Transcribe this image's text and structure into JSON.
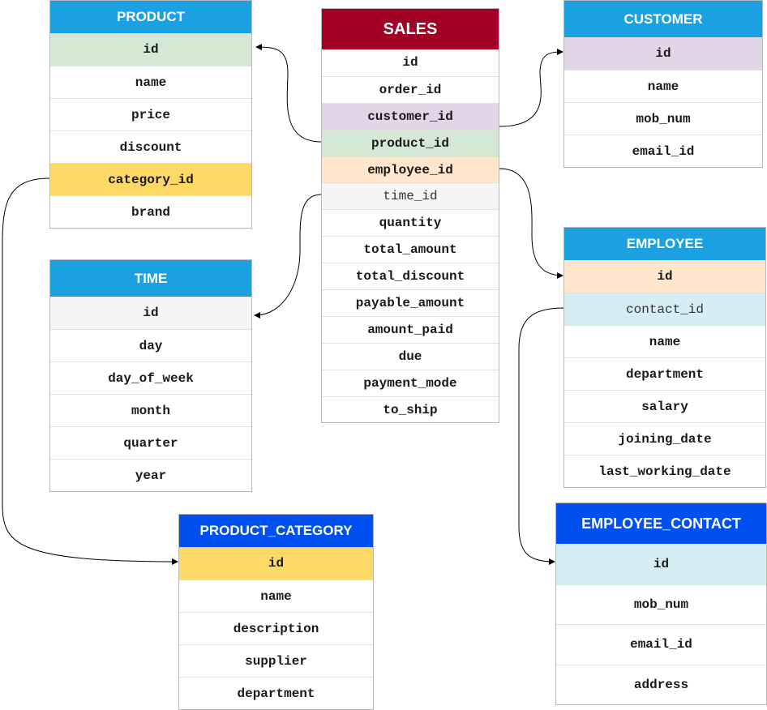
{
  "tables": {
    "product": {
      "title": "PRODUCT",
      "header_color": "#1ba1e2",
      "rows": [
        {
          "label": "id",
          "color": "#d5e8d4"
        },
        {
          "label": "name",
          "color": "#ffffff"
        },
        {
          "label": "price",
          "color": "#ffffff"
        },
        {
          "label": "discount",
          "color": "#ffffff"
        },
        {
          "label": "category_id",
          "color": "#ffd966"
        },
        {
          "label": "brand",
          "color": "#ffffff"
        }
      ]
    },
    "sales": {
      "title": "SALES",
      "header_color": "#a20025",
      "rows": [
        {
          "label": "id",
          "color": "#ffffff"
        },
        {
          "label": "order_id",
          "color": "#ffffff"
        },
        {
          "label": "customer_id",
          "color": "#e1d5e7"
        },
        {
          "label": "product_id",
          "color": "#d5e8d4"
        },
        {
          "label": "employee_id",
          "color": "#ffe6cc"
        },
        {
          "label": "time_id",
          "color": "#f5f5f5"
        },
        {
          "label": "quantity",
          "color": "#ffffff"
        },
        {
          "label": "total_amount",
          "color": "#ffffff"
        },
        {
          "label": "total_discount",
          "color": "#ffffff"
        },
        {
          "label": "payable_amount",
          "color": "#ffffff"
        },
        {
          "label": "amount_paid",
          "color": "#ffffff"
        },
        {
          "label": "due",
          "color": "#ffffff"
        },
        {
          "label": "payment_mode",
          "color": "#ffffff"
        },
        {
          "label": "to_ship",
          "color": "#ffffff"
        }
      ]
    },
    "customer": {
      "title": "CUSTOMER",
      "header_color": "#1ba1e2",
      "rows": [
        {
          "label": "id",
          "color": "#e1d5e7"
        },
        {
          "label": "name",
          "color": "#ffffff"
        },
        {
          "label": "mob_num",
          "color": "#ffffff"
        },
        {
          "label": "email_id",
          "color": "#ffffff"
        }
      ]
    },
    "time": {
      "title": "TIME",
      "header_color": "#1ba1e2",
      "rows": [
        {
          "label": "id",
          "color": "#f5f5f5"
        },
        {
          "label": "day",
          "color": "#ffffff"
        },
        {
          "label": "day_of_week",
          "color": "#ffffff"
        },
        {
          "label": "month",
          "color": "#ffffff"
        },
        {
          "label": "quarter",
          "color": "#ffffff"
        },
        {
          "label": "year",
          "color": "#ffffff"
        }
      ]
    },
    "employee": {
      "title": "EMPLOYEE",
      "header_color": "#1ba1e2",
      "rows": [
        {
          "label": "id",
          "color": "#ffe6cc"
        },
        {
          "label": "contact_id",
          "color": "#d4eef3"
        },
        {
          "label": "name",
          "color": "#ffffff"
        },
        {
          "label": "department",
          "color": "#ffffff"
        },
        {
          "label": "salary",
          "color": "#ffffff"
        },
        {
          "label": "joining_date",
          "color": "#ffffff"
        },
        {
          "label": "last_working_date",
          "color": "#ffffff"
        }
      ]
    },
    "product_category": {
      "title": "PRODUCT_CATEGORY",
      "header_color": "#0050ef",
      "rows": [
        {
          "label": "id",
          "color": "#ffd966"
        },
        {
          "label": "name",
          "color": "#ffffff"
        },
        {
          "label": "description",
          "color": "#ffffff"
        },
        {
          "label": "supplier",
          "color": "#ffffff"
        },
        {
          "label": "department",
          "color": "#ffffff"
        }
      ]
    },
    "employee_contact": {
      "title": "EMPLOYEE_CONTACT",
      "header_color": "#0050ef",
      "rows": [
        {
          "label": "id",
          "color": "#d4eef3"
        },
        {
          "label": "mob_num",
          "color": "#ffffff"
        },
        {
          "label": "email_id",
          "color": "#ffffff"
        },
        {
          "label": "address",
          "color": "#ffffff"
        }
      ]
    }
  },
  "relationships": [
    {
      "from": "sales.product_id",
      "to": "product.id"
    },
    {
      "from": "sales.customer_id",
      "to": "customer.id"
    },
    {
      "from": "sales.employee_id",
      "to": "employee.id"
    },
    {
      "from": "sales.time_id",
      "to": "time.id"
    },
    {
      "from": "product.category_id",
      "to": "product_category.id"
    },
    {
      "from": "employee.contact_id",
      "to": "employee_contact.id"
    }
  ]
}
